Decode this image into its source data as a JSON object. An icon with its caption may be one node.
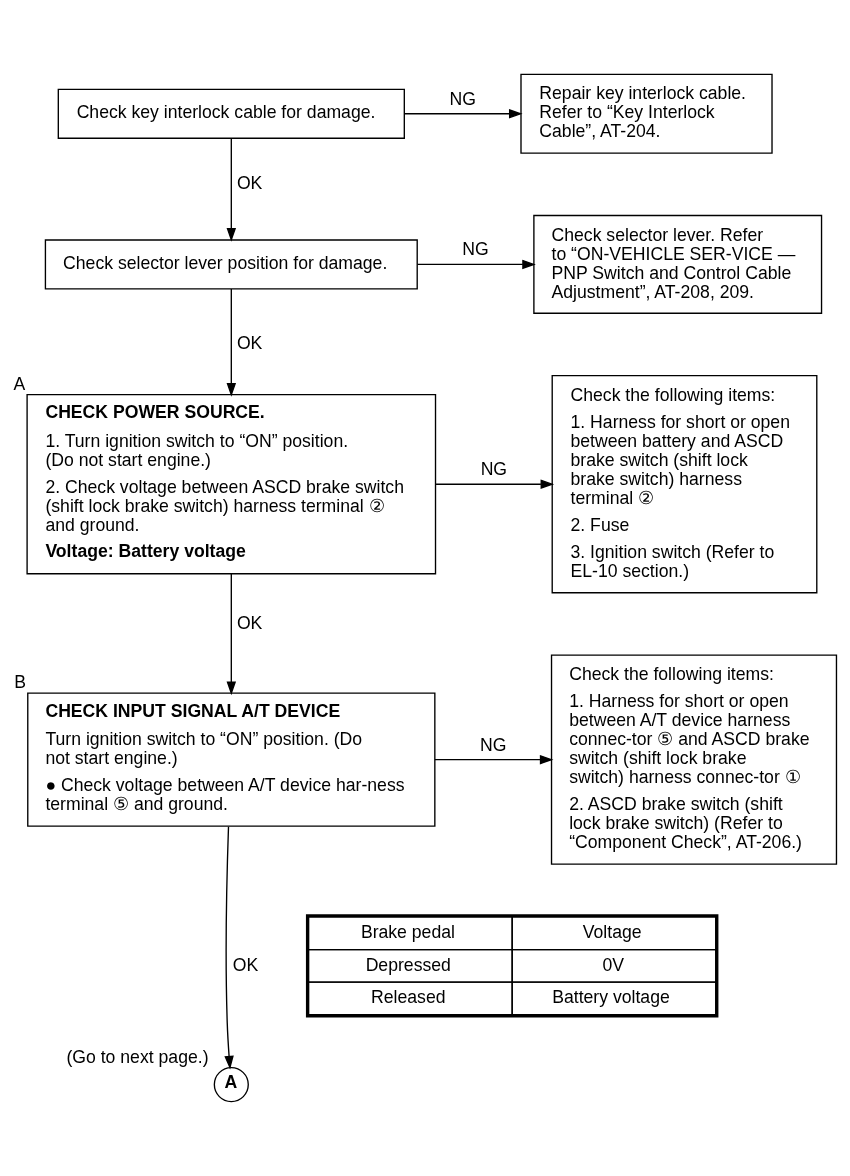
{
  "diagram": {
    "nodes": [
      {
        "text": [
          "Check key interlock cable for damage."
        ]
      },
      {
        "text": [
          "Repair key interlock cable. Refer to “Key Interlock Cable”, AT-204."
        ]
      },
      {
        "text": [
          "Check selector lever position for damage."
        ]
      },
      {
        "text": [
          "Check selector lever. Refer to “ON-VEHICLE SER-VICE — PNP Switch and Control Cable Adjustment”, AT-208, 209."
        ]
      },
      {
        "text": [
          "CHECK POWER SOURCE.",
          "1. Turn ignition switch to “ON” position. (Do not start engine.)",
          "2. Check voltage between ASCD brake switch (shift lock brake switch) harness terminal ② and ground.",
          "Voltage: Battery voltage"
        ],
        "beside": [
          "A"
        ]
      },
      {
        "text": [
          "Check the following items:",
          "1. Harness for short or open between battery and ASCD brake switch (shift lock brake switch) harness terminal ②",
          "2. Fuse",
          "3. Ignition switch (Refer to EL-10 section.)"
        ]
      },
      {
        "text": [
          "CHECK INPUT SIGNAL A/T DEVICE",
          "Turn ignition switch to “ON” position. (Do not start engine.)",
          "● Check voltage between A/T device har-ness terminal ⑤ and ground."
        ],
        "beside": [
          "B"
        ]
      },
      {
        "text": [
          "Check the following items:",
          "1. Harness for short or open between A/T device harness connec-tor ⑤ and ASCD brake switch (shift lock brake switch) harness connec-tor ①",
          "2. ASCD brake switch (shift lock brake switch) (Refer to “Component Check”, AT-206.)"
        ]
      },
      {
        "text": [
          "A"
        ],
        "beside": [
          "(Go to next page.)"
        ]
      }
    ],
    "edges": [
      {
        "from": 0,
        "to": 1,
        "arrow": "to",
        "label": "NG"
      },
      {
        "from": 0,
        "to": 2,
        "arrow": "to",
        "label": "OK"
      },
      {
        "from": 2,
        "to": 3,
        "arrow": "to",
        "label": "NG"
      },
      {
        "from": 2,
        "to": 4,
        "arrow": "to",
        "label": "OK"
      },
      {
        "from": 4,
        "to": 5,
        "arrow": "to",
        "label": "NG"
      },
      {
        "from": 4,
        "to": 6,
        "arrow": "to",
        "label": "OK"
      },
      {
        "from": 6,
        "to": 7,
        "arrow": "to",
        "label": "NG"
      },
      {
        "from": 6,
        "to": 8,
        "arrow": "to",
        "label": "OK"
      }
    ],
    "labels": [
      "Brake pedal",
      "Voltage",
      "Depressed",
      "0V",
      "Released",
      "Battery voltage"
    ]
  }
}
